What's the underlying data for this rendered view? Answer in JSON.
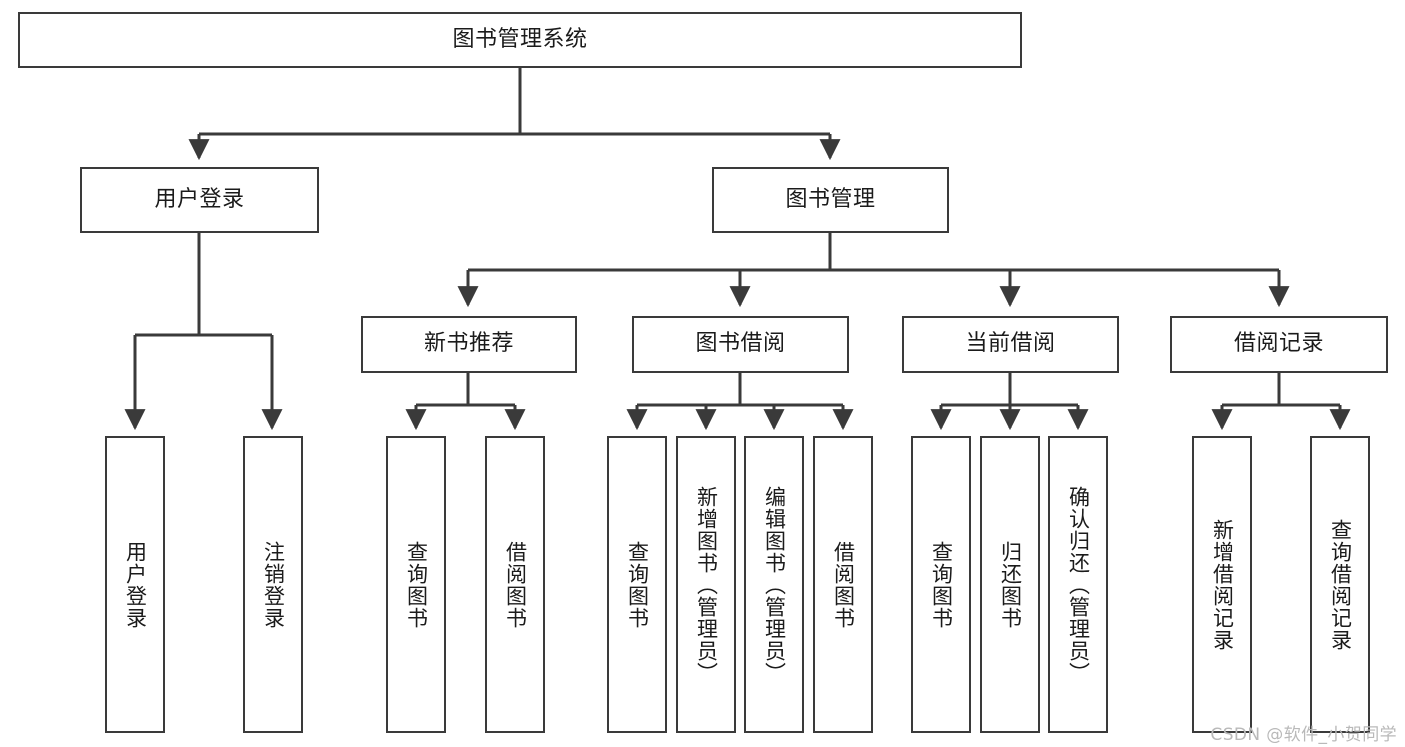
{
  "diagram": {
    "title": "图书管理系统",
    "type": "tree-hierarchy-chart",
    "root": {
      "id": "root",
      "label": "图书管理系统"
    },
    "level2": [
      {
        "id": "user-login",
        "label": "用户登录"
      },
      {
        "id": "book-manage",
        "label": "图书管理"
      }
    ],
    "level3": [
      {
        "id": "new-book-rec",
        "label": "新书推荐",
        "parent": "book-manage"
      },
      {
        "id": "book-borrow",
        "label": "图书借阅",
        "parent": "book-manage"
      },
      {
        "id": "current-borrow",
        "label": "当前借阅",
        "parent": "book-manage"
      },
      {
        "id": "borrow-record",
        "label": "借阅记录",
        "parent": "book-manage"
      }
    ],
    "leaves": [
      {
        "id": "leaf-user-login",
        "label": "用户登录",
        "parent": "user-login"
      },
      {
        "id": "leaf-logout",
        "label": "注销登录",
        "parent": "user-login"
      },
      {
        "id": "leaf-query-book-1",
        "label": "查询图书",
        "parent": "new-book-rec"
      },
      {
        "id": "leaf-borrow-book-1",
        "label": "借阅图书",
        "parent": "new-book-rec"
      },
      {
        "id": "leaf-query-book-2",
        "label": "查询图书",
        "parent": "book-borrow"
      },
      {
        "id": "leaf-add-book",
        "label": "新增图书（管理员）",
        "parent": "book-borrow"
      },
      {
        "id": "leaf-edit-book",
        "label": "编辑图书（管理员）",
        "parent": "book-borrow"
      },
      {
        "id": "leaf-borrow-book-2",
        "label": "借阅图书",
        "parent": "book-borrow"
      },
      {
        "id": "leaf-query-book-3",
        "label": "查询图书",
        "parent": "current-borrow"
      },
      {
        "id": "leaf-return-book",
        "label": "归还图书",
        "parent": "current-borrow"
      },
      {
        "id": "leaf-confirm-return",
        "label": "确认归还（管理员）",
        "parent": "current-borrow"
      },
      {
        "id": "leaf-add-record",
        "label": "新增借阅记录",
        "parent": "borrow-record"
      },
      {
        "id": "leaf-query-record",
        "label": "查询借阅记录",
        "parent": "borrow-record"
      }
    ],
    "colors": {
      "stroke": "#3a3a3a",
      "fill": "#ffffff",
      "text": "#1b1b1b",
      "watermark": "#b9b9b9"
    }
  },
  "watermark": {
    "text": "CSDN @软件_小贺同学"
  }
}
